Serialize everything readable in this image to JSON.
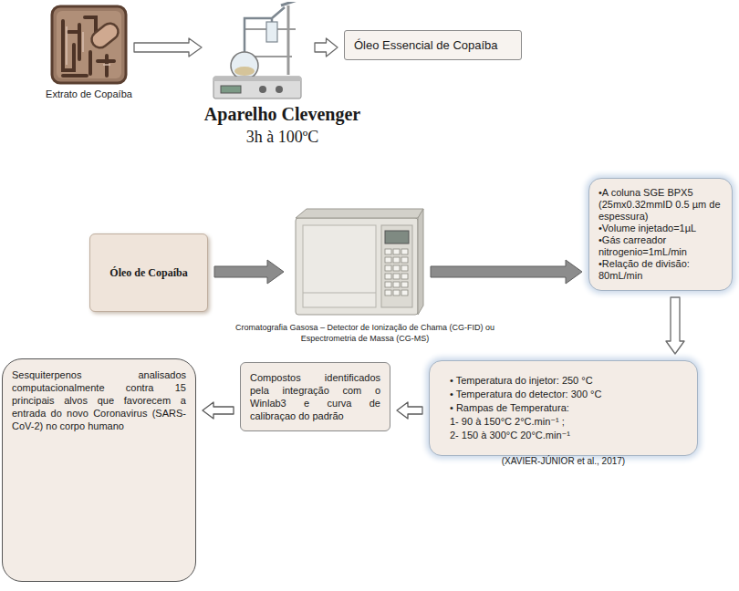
{
  "diagram": {
    "nodes": [
      {
        "text": [
          "Extrato de Copaíba"
        ]
      },
      {
        "text": [
          "Aparelho Clevenger",
          "3h à 100ºC"
        ]
      },
      {
        "text": [
          "Óleo Essencial de Copaíba"
        ]
      },
      {
        "text": [
          "Óleo de Copaíba"
        ]
      },
      {
        "text": [
          "Cromatografia Gasosa – Detector de Ionização de Chama (CG-FID) ou Espectrometria de Massa (CG-MS)"
        ]
      },
      {
        "text": [
          "•A coluna SGE BPX5 (25mx0.32mmID 0.5 µm de espessura)",
          "•Volume injetado=1µL",
          "•Gás carreador nitrogenio=1mL/min",
          "•Relação de divisão: 80mL/min"
        ]
      },
      {
        "text": [
          "• Temperatura do injetor: 250 °C",
          "• Temperatura do detector: 300 °C",
          "• Rampas de Temperatura:",
          "1- 90 à 150°C 2°C.min⁻¹ ;",
          "2- 150 à 300°C 20°C.min⁻¹"
        ]
      },
      {
        "text": [
          "Compostos identificados pela integração com o Winlab3 e curva de calibraçao do padrão"
        ]
      },
      {
        "text": [
          "Sesquiterpenos analisados computacionalmente contra 15 principais alvos que favorecem a entrada do novo Coronavirus (SARS-CoV-2) no corpo humano"
        ]
      }
    ],
    "edges": [
      {
        "from": 0,
        "to": 1,
        "arrow": "to"
      },
      {
        "from": 1,
        "to": 2,
        "arrow": "to"
      },
      {
        "from": 3,
        "to": 4,
        "arrow": "to"
      },
      {
        "from": 4,
        "to": 5,
        "arrow": "to"
      },
      {
        "from": 5,
        "to": 6,
        "arrow": "to"
      },
      {
        "from": 6,
        "to": 7,
        "arrow": "to"
      },
      {
        "from": 7,
        "to": 8,
        "arrow": "to"
      }
    ],
    "labels": [
      "(XAVIER-JÚNIOR et al., 2017)"
    ]
  }
}
